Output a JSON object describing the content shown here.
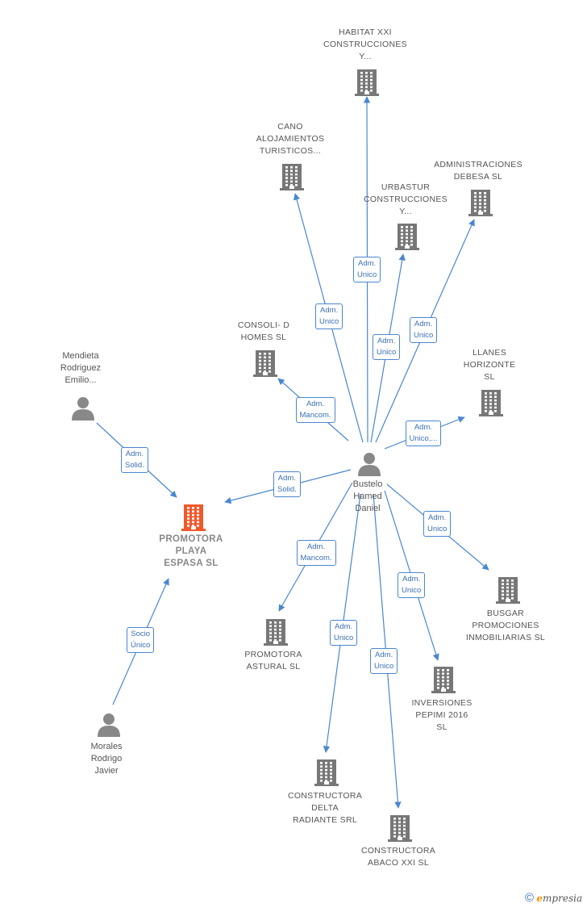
{
  "colors": {
    "edge": "#4a86d1",
    "building": "#777777",
    "main": "#f0582a",
    "person": "#888888"
  },
  "nodes": [
    {
      "id": "habitat",
      "kind": "company",
      "label": "HABITAT XXI\nCONSTRUCCIONES\nY..."
    },
    {
      "id": "cano",
      "kind": "company",
      "label": "CANO\nALOJAMIENTOS\nTURISTICOS..."
    },
    {
      "id": "admdebesa",
      "kind": "company",
      "label": "ADMINISTRACIONES\nDEBESA SL"
    },
    {
      "id": "urbastur",
      "kind": "company",
      "label": "URBASTUR\nCONSTRUCCIONES\nY..."
    },
    {
      "id": "consoli",
      "kind": "company",
      "label": "CONSOLI- D\nHOMES  SL"
    },
    {
      "id": "llanes",
      "kind": "company",
      "label": "LLANES\nHORIZONTE\nSL"
    },
    {
      "id": "mendieta",
      "kind": "person",
      "label": "Mendieta\nRodriguez\nEmilio..."
    },
    {
      "id": "bustelo",
      "kind": "person",
      "label": "Bustelo\nHamed\nDaniel"
    },
    {
      "id": "promoplaya",
      "kind": "main",
      "label": "PROMOTORA\nPLAYA\nESPASA  SL"
    },
    {
      "id": "busgar",
      "kind": "company",
      "label": "BUSGAR\nPROMOCIONES\nINMOBILIARIAS SL"
    },
    {
      "id": "promoastural",
      "kind": "company",
      "label": "PROMOTORA\nASTURAL  SL"
    },
    {
      "id": "pepimi",
      "kind": "company",
      "label": "INVERSIONES\nPEPIMI 2016\nSL"
    },
    {
      "id": "morales",
      "kind": "person",
      "label": "Morales\nRodrigo\nJavier"
    },
    {
      "id": "delta",
      "kind": "company",
      "label": "CONSTRUCTORA\nDELTA\nRADIANTE SRL"
    },
    {
      "id": "abaco",
      "kind": "company",
      "label": "CONSTRUCTORA\nABACO XXI  SL"
    }
  ],
  "edges": [
    {
      "from": "bustelo",
      "to": "habitat",
      "label": "Adm.\nUnico"
    },
    {
      "from": "bustelo",
      "to": "cano",
      "label": "Adm.\nUnico"
    },
    {
      "from": "bustelo",
      "to": "urbastur",
      "label": "Adm.\nUnico"
    },
    {
      "from": "bustelo",
      "to": "admdebesa",
      "label": "Adm.\nUnico"
    },
    {
      "from": "bustelo",
      "to": "consoli",
      "label": "Adm.\nMancom."
    },
    {
      "from": "bustelo",
      "to": "llanes",
      "label": "Adm.\nUnico,..."
    },
    {
      "from": "mendieta",
      "to": "promoplaya",
      "label": "Adm.\nSolid."
    },
    {
      "from": "bustelo",
      "to": "promoplaya",
      "label": "Adm.\nSolid."
    },
    {
      "from": "bustelo",
      "to": "busgar",
      "label": "Adm.\nUnico"
    },
    {
      "from": "bustelo",
      "to": "promoastural",
      "label": "Adm.\nMancom."
    },
    {
      "from": "bustelo",
      "to": "pepimi",
      "label": "Adm.\nUnico"
    },
    {
      "from": "morales",
      "to": "promoplaya",
      "label": "Socio\nÚnico"
    },
    {
      "from": "bustelo",
      "to": "delta",
      "label": "Adm.\nUnico"
    },
    {
      "from": "bustelo",
      "to": "abaco",
      "label": "Adm.\nUnico"
    }
  ],
  "footer": {
    "copyright": "©",
    "brand_initial": "e",
    "brand_rest": "mpresia"
  }
}
